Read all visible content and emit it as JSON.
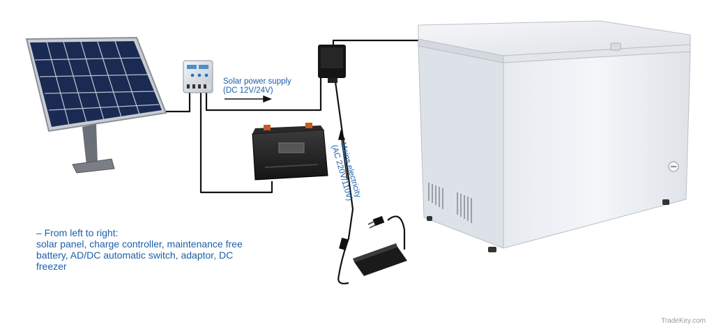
{
  "labels": {
    "solar_supply_line1": "Solar power supply",
    "solar_supply_line2": "(DC  12V/24V)",
    "mains_line1": "Mains electricity",
    "mains_line2": "(AC  220V/110V)"
  },
  "caption": {
    "line1": "– From left to right:",
    "line2": "solar panel, charge controller, maintenance free",
    "line3": "battery, AD/DC automatic switch, adaptor, DC",
    "line4": "freezer"
  },
  "watermark": "TradeKey.com",
  "colors": {
    "annotation_text": "#1a5fa8",
    "wire": "#111111",
    "solar_cell": "#1b2a52",
    "freezer_body": "#eef1f5",
    "background": "#ffffff"
  }
}
